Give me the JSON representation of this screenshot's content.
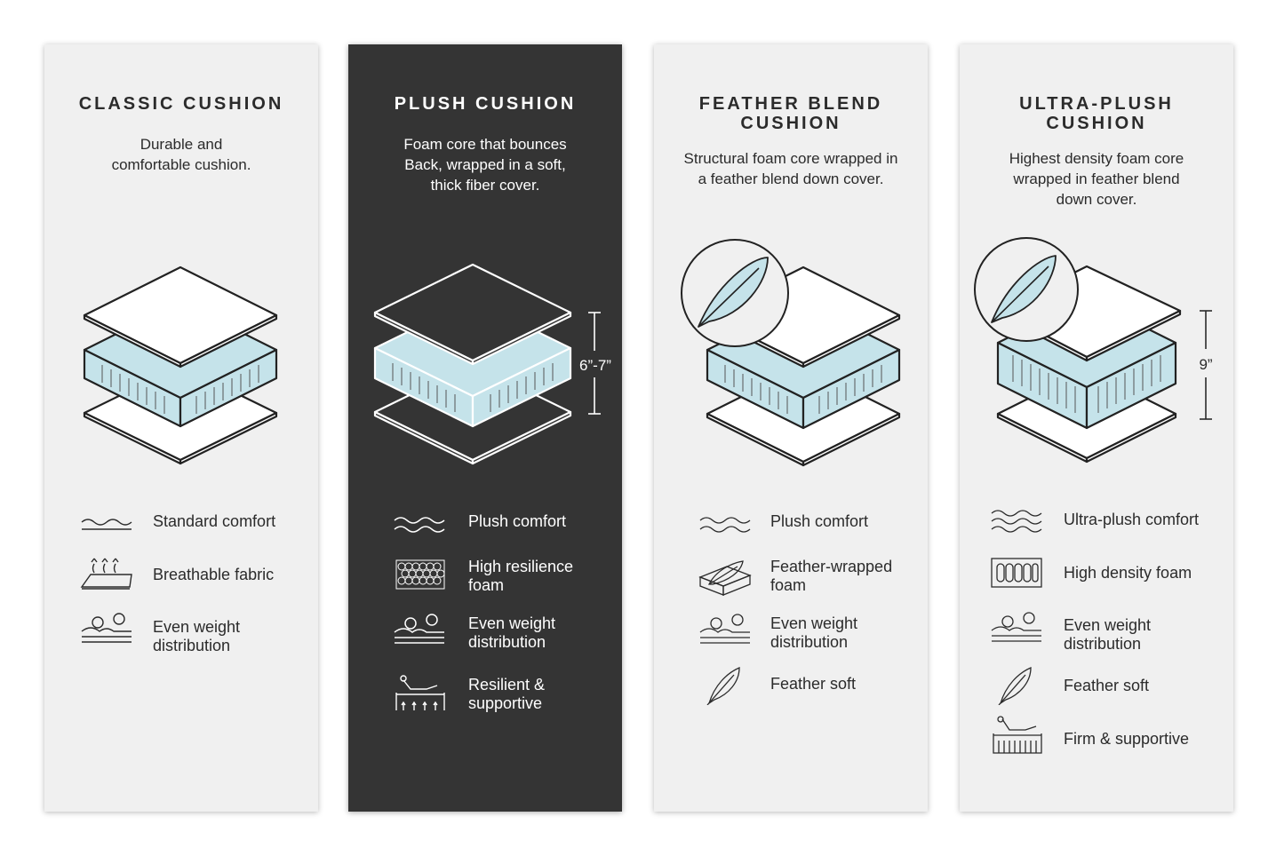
{
  "colors": {
    "card_light": "#f0f0f0",
    "card_dark": "#343434",
    "foam_blue": "#c5e3ea",
    "ink": "#2b2b2b"
  },
  "cards": [
    {
      "title_lines": [
        "CLASSIC CUSHION"
      ],
      "desc_lines": [
        "Durable and",
        "comfortable cushion."
      ],
      "features": [
        {
          "icon": "wave-icon",
          "label_lines": [
            "Standard comfort"
          ]
        },
        {
          "icon": "breathable-fabric-icon",
          "label_lines": [
            "Breathable fabric"
          ]
        },
        {
          "icon": "weight-distribution-icon",
          "label_lines": [
            "Even weight",
            "distribution"
          ]
        }
      ]
    },
    {
      "title_lines": [
        "PLUSH CUSHION"
      ],
      "desc_lines": [
        "Foam core that bounces",
        "Back, wrapped in a soft,",
        "thick fiber cover."
      ],
      "measure": "6”-7”",
      "features": [
        {
          "icon": "waves-icon",
          "label_lines": [
            "Plush comfort"
          ]
        },
        {
          "icon": "honeycomb-foam-icon",
          "label_lines": [
            "High resilience",
            "foam"
          ]
        },
        {
          "icon": "weight-distribution-icon",
          "label_lines": [
            "Even weight",
            "distribution"
          ]
        },
        {
          "icon": "resilient-support-icon",
          "label_lines": [
            "Resilient &",
            "supportive"
          ]
        }
      ]
    },
    {
      "title_lines": [
        "FEATHER BLEND",
        "CUSHION"
      ],
      "desc_lines": [
        "Structural foam core wrapped in",
        "a feather blend down cover."
      ],
      "features": [
        {
          "icon": "waves-icon",
          "label_lines": [
            "Plush comfort"
          ]
        },
        {
          "icon": "feather-wrapped-foam-icon",
          "label_lines": [
            "Feather-wrapped",
            "foam"
          ]
        },
        {
          "icon": "weight-distribution-icon",
          "label_lines": [
            "Even weight",
            "distribution"
          ]
        },
        {
          "icon": "feather-icon",
          "label_lines": [
            "Feather soft"
          ]
        }
      ]
    },
    {
      "title_lines": [
        "ULTRA-PLUSH",
        "CUSHION"
      ],
      "desc_lines": [
        "Highest density foam core",
        "wrapped in feather blend",
        "down cover."
      ],
      "measure": "9”",
      "features": [
        {
          "icon": "triple-waves-icon",
          "label_lines": [
            "Ultra-plush comfort"
          ]
        },
        {
          "icon": "high-density-foam-icon",
          "label_lines": [
            "High density foam"
          ]
        },
        {
          "icon": "weight-distribution-icon",
          "label_lines": [
            "Even weight",
            "distribution"
          ]
        },
        {
          "icon": "feather-icon",
          "label_lines": [
            "Feather soft"
          ]
        },
        {
          "icon": "firm-support-icon",
          "label_lines": [
            "Firm & supportive"
          ]
        }
      ]
    }
  ]
}
